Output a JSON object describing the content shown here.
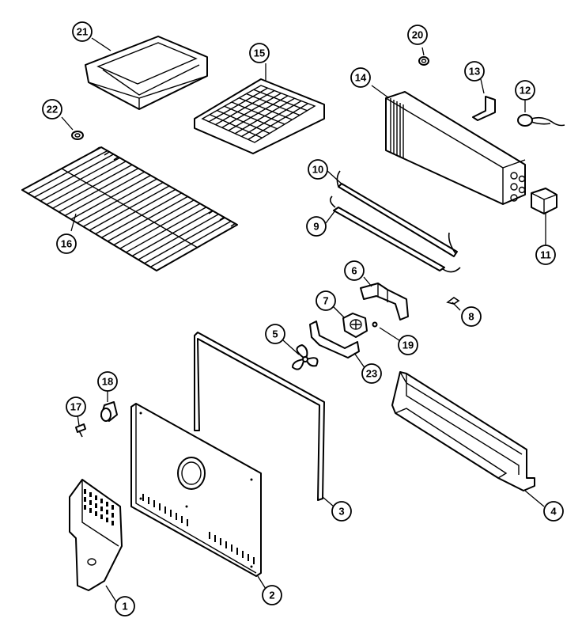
{
  "callouts": [
    {
      "id": "1",
      "label": "1"
    },
    {
      "id": "2",
      "label": "2"
    },
    {
      "id": "3",
      "label": "3"
    },
    {
      "id": "4",
      "label": "4"
    },
    {
      "id": "5",
      "label": "5"
    },
    {
      "id": "6",
      "label": "6"
    },
    {
      "id": "7",
      "label": "7"
    },
    {
      "id": "8",
      "label": "8"
    },
    {
      "id": "9",
      "label": "9"
    },
    {
      "id": "10",
      "label": "10"
    },
    {
      "id": "11",
      "label": "11"
    },
    {
      "id": "12",
      "label": "12"
    },
    {
      "id": "13",
      "label": "13"
    },
    {
      "id": "14",
      "label": "14"
    },
    {
      "id": "15",
      "label": "15"
    },
    {
      "id": "16",
      "label": "16"
    },
    {
      "id": "17",
      "label": "17"
    },
    {
      "id": "18",
      "label": "18"
    },
    {
      "id": "19",
      "label": "19"
    },
    {
      "id": "20",
      "label": "20"
    },
    {
      "id": "21",
      "label": "21"
    },
    {
      "id": "22",
      "label": "22"
    },
    {
      "id": "23",
      "label": "23"
    }
  ],
  "colors": {
    "line": "#000000",
    "background": "#ffffff"
  }
}
